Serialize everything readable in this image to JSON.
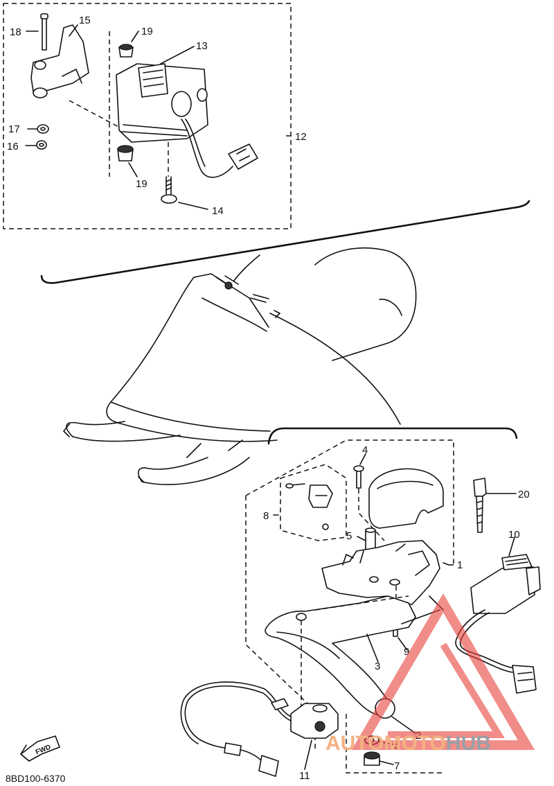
{
  "diagram": {
    "code": "8BD100-6370",
    "fwd_label": "FWD",
    "callouts": [
      "1",
      "2",
      "3",
      "4",
      "5",
      "6",
      "7",
      "8",
      "9",
      "10",
      "11",
      "12",
      "13",
      "14",
      "15",
      "16",
      "17",
      "18",
      "19",
      "19",
      "20"
    ]
  },
  "watermark": {
    "brand_part1": "AUTOMOTO",
    "brand_part2": "HUB",
    "color_primary": "#e8423b",
    "color_secondary": "#9aa0a6"
  }
}
